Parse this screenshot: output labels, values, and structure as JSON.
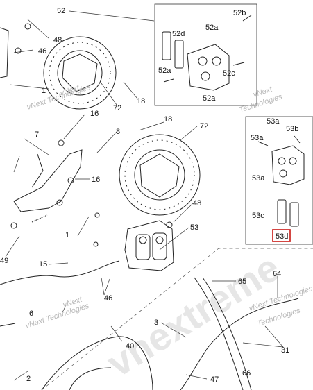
{
  "callouts": {
    "c52": "52",
    "c52b": "52b",
    "c52d": "52d",
    "c52a_1": "52a",
    "c52a_2": "52a",
    "c52c": "52c",
    "c52a_3": "52a",
    "c48_top": "48",
    "c46_top": "46",
    "c1_top": "1",
    "c72_top": "72",
    "c18_top": "18",
    "c16_a": "16",
    "c7": "7",
    "c8": "8",
    "c16_b": "16",
    "c18_mid": "18",
    "c72_mid": "72",
    "c48_mid": "48",
    "c53": "53",
    "c1_mid": "1",
    "c53a_1": "53a",
    "c53b": "53b",
    "c53a_2": "53a",
    "c53a_3": "53a",
    "c53c": "53c",
    "c53d": "53d",
    "c49": "49",
    "c15": "15",
    "c46_mid": "46",
    "c65": "65",
    "c64": "64",
    "c6": "6",
    "c3": "3",
    "c40": "40",
    "c31": "31",
    "c47": "47",
    "c66": "66",
    "c2": "2"
  },
  "watermarks": {
    "wm1": "vNext",
    "wm2": "Technologies",
    "wm3": "vNext Technologies",
    "wm4": "Technologies",
    "wm5": "vNext Technologies",
    "wm6": "Technologies",
    "wm7": "vNext Technologies",
    "wm8": "Technologies",
    "big": "vnextreme"
  },
  "highlight": {
    "color": "#d0312d",
    "target": "53d"
  }
}
